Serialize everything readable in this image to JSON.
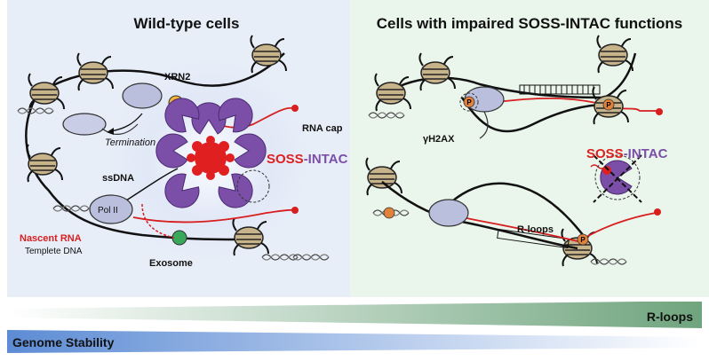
{
  "left_panel": {
    "title": "Wild-type cells",
    "labels": {
      "xrn2": "XRN2",
      "rna_cap": "RNA cap",
      "termination": "Termination",
      "soss": "SOSS",
      "dash_intac": "-INTAC",
      "ssdna": "ssDNA",
      "pol2": "Pol II",
      "nascent_rna": "Nascent RNA",
      "template_dna": "Templete DNA",
      "exosome": "Exosome"
    }
  },
  "right_panel": {
    "title": "Cells with impaired SOSS-INTAC functions",
    "labels": {
      "gamma_h2ax": "γH2AX",
      "soss": "SOSS",
      "dash_intac": "-INTAC",
      "r_loops": "R-loops",
      "p_marker": "P"
    }
  },
  "bars": {
    "rloops": "R-loops",
    "genome_stability": "Genome Stability"
  },
  "colors": {
    "left_bg": "#e8eef8",
    "right_bg": "#eaf5ec",
    "soss_red": "#e02020",
    "intac_purple": "#7b4fa8",
    "rna_red": "#d81e1e",
    "xrn2_orange": "#f2b632",
    "exosome_green": "#3aa85a",
    "polII": "#b9bfdc",
    "rloop_bar": "#5f9a6f",
    "stability_bar": "#4b7fd0"
  }
}
